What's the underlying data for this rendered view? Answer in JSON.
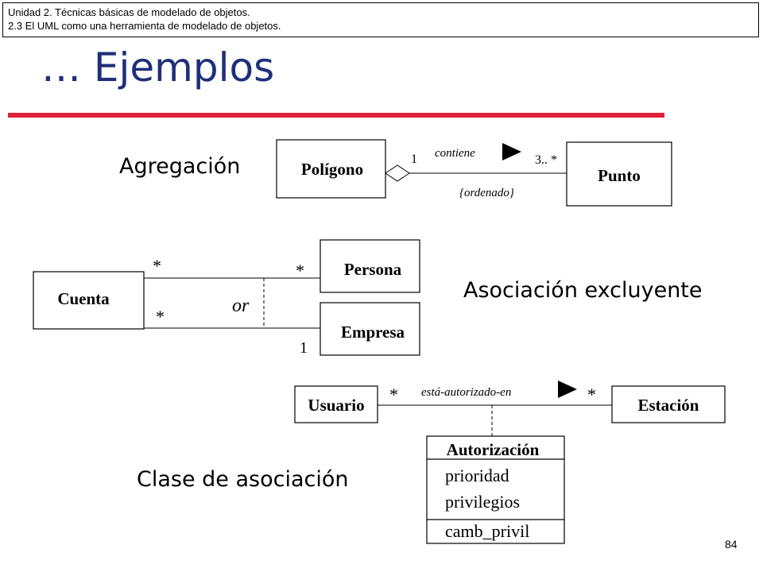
{
  "header": {
    "line1": "Unidad 2. Técnicas básicas de modelado de objetos.",
    "line2": "2.3  El UML como una herramienta de modelado de objetos."
  },
  "title": "… Ejemplos",
  "sections": {
    "agregacion": "Agregación",
    "asociacion_excluyente": "Asociación excluyente",
    "clase_asociacion": "Clase de asociación"
  },
  "aggregation": {
    "whole_class": "Polígono",
    "part_class": "Punto",
    "association_name": "contiene",
    "whole_multiplicity": "1",
    "part_multiplicity": "3.. *",
    "constraint": "{ordenado}"
  },
  "exclusive": {
    "account_class": "Cuenta",
    "person_class": "Persona",
    "company_class": "Empresa",
    "mult_account_top": "*",
    "mult_account_bottom": "*",
    "mult_person": "*",
    "mult_company": "1",
    "constraint": "or"
  },
  "association_class": {
    "user_class": "Usuario",
    "station_class": "Estación",
    "association_name": "está-autorizado-en",
    "mult_user": "*",
    "mult_station": "*",
    "class_name": "Autorización",
    "attributes": [
      "prioridad",
      "privilegios"
    ],
    "operation": "camb_privil"
  },
  "page_number": "84",
  "colors": {
    "title": "#1f2f7a",
    "rule": "#e0203a"
  }
}
